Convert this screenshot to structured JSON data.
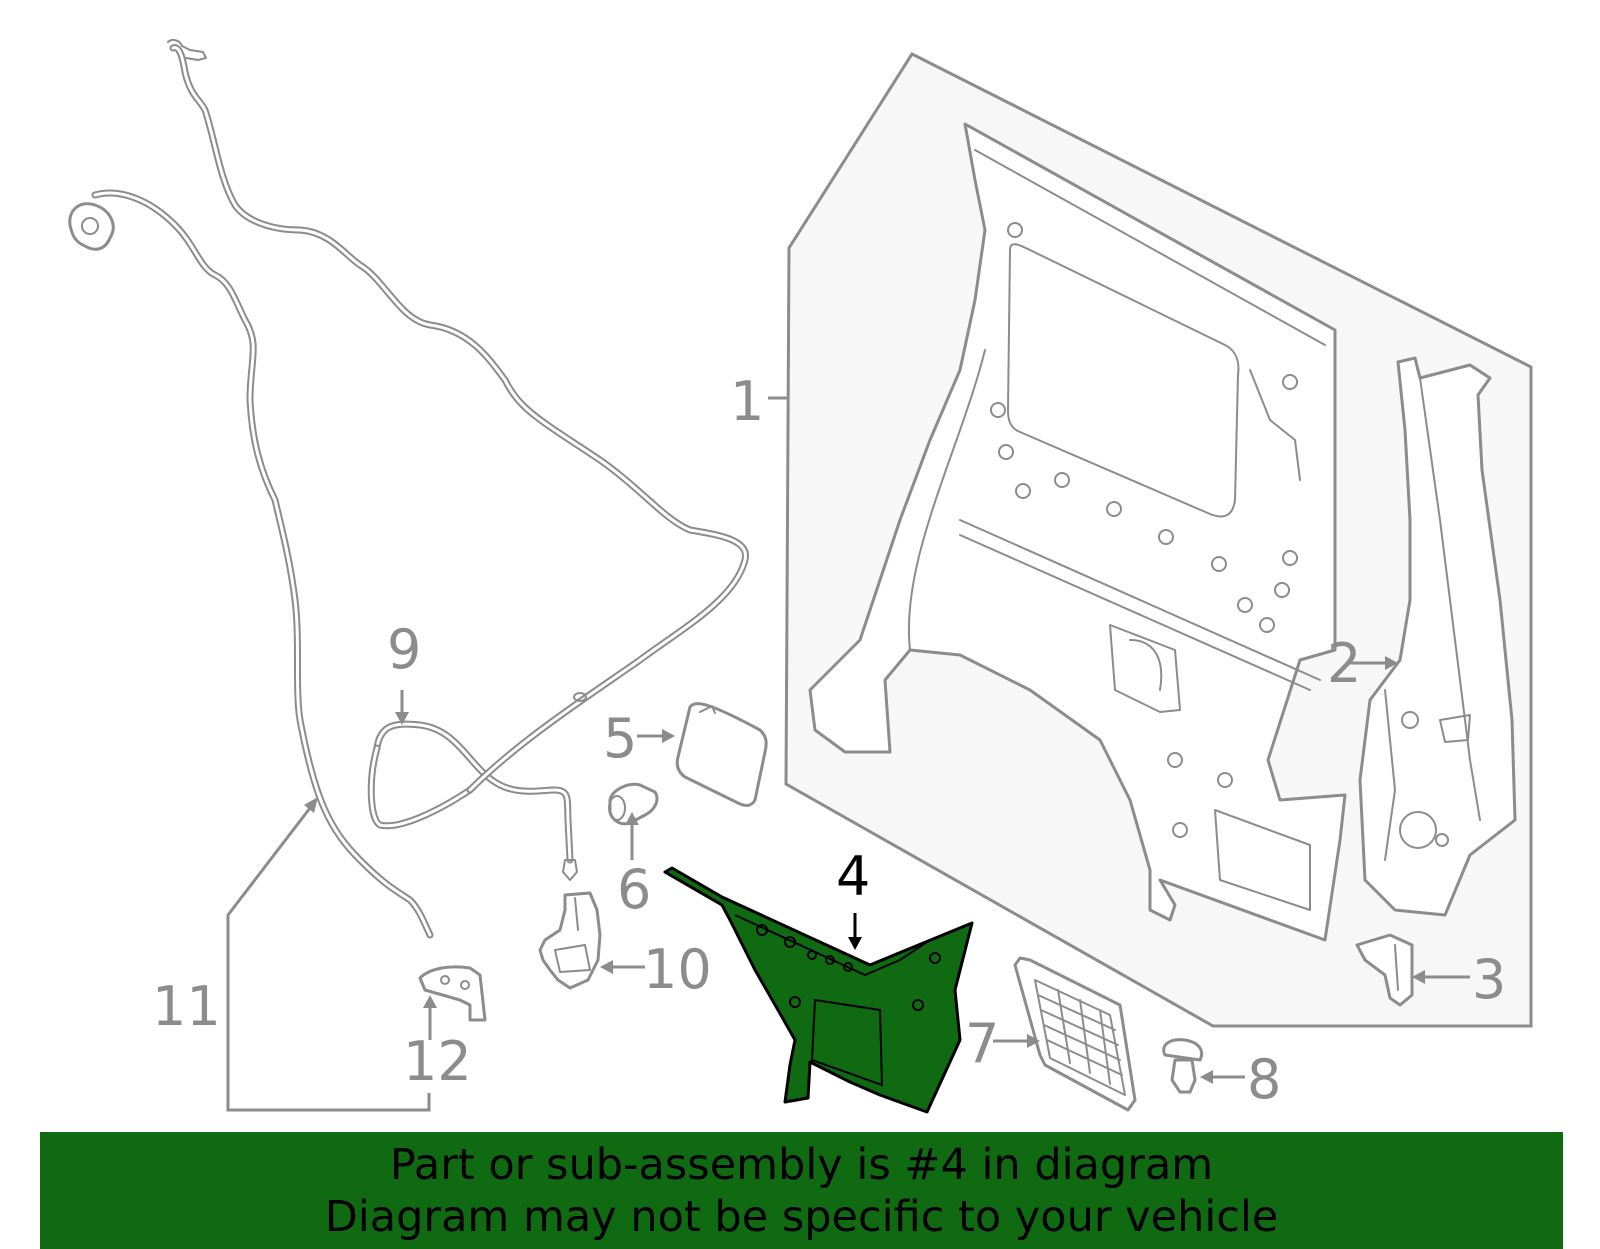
{
  "callouts": {
    "c1": "1",
    "c2": "2",
    "c3": "3",
    "c4": "4",
    "c5": "5",
    "c6": "6",
    "c7": "7",
    "c8": "8",
    "c9": "9",
    "c10": "10",
    "c11": "11",
    "c12": "12"
  },
  "highlight": {
    "part_number": "4",
    "color": "#0f6a12"
  },
  "colors": {
    "line": "#8c8c8c",
    "panel_background": "#f7f7f7",
    "banner": "#0f6a12"
  },
  "banner": {
    "line1": "Part or sub-assembly is #4 in diagram",
    "line2": "Diagram may not be specific to your vehicle"
  }
}
